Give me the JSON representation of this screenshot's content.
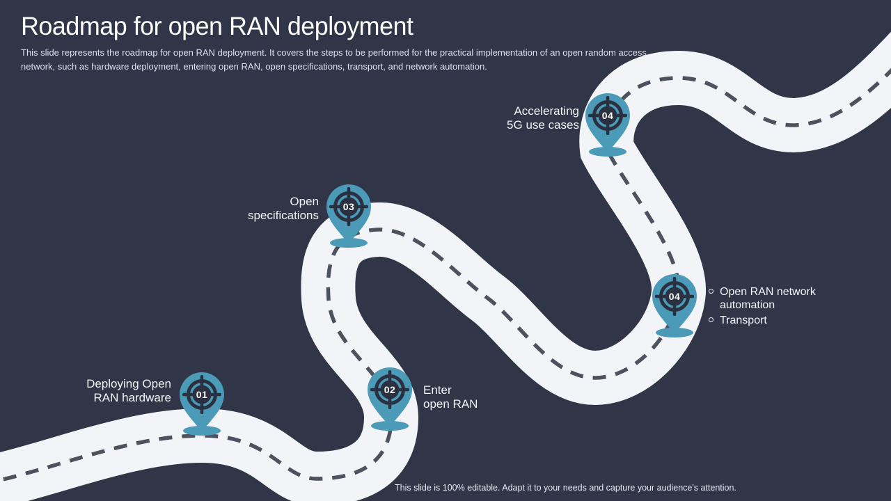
{
  "title": "Roadmap for open RAN deployment",
  "subtitle": "This slide represents the roadmap for open RAN deployment. It covers the steps to be performed for the practical implementation of an open random access network, such as hardware deployment, entering open RAN, open specifications, transport, and network automation.",
  "footer": "This slide is 100% editable. Adapt it to your needs and capture your audience's attention.",
  "colors": {
    "background": "#303547",
    "road": "#f2f4f7",
    "dash": "#4e515e",
    "pin": "#4a9ab8",
    "pin_dark": "#2b3040",
    "text": "#ffffff"
  },
  "icons": {
    "pin": "map-pin-icon",
    "marker": "crosshair-target-icon",
    "bullet": "circle-bullet-icon"
  },
  "milestones": [
    {
      "number": "01",
      "label_lines": [
        "Deploying Open",
        "RAN hardware"
      ]
    },
    {
      "number": "02",
      "label_lines": [
        "Enter",
        "open RAN"
      ]
    },
    {
      "number": "03",
      "label_lines": [
        "Open",
        "specifications"
      ]
    },
    {
      "number": "04",
      "bullets": [
        "Open RAN network automation",
        "Transport"
      ]
    },
    {
      "number": "04",
      "label_lines": [
        "Accelerating",
        "5G use cases"
      ]
    }
  ]
}
